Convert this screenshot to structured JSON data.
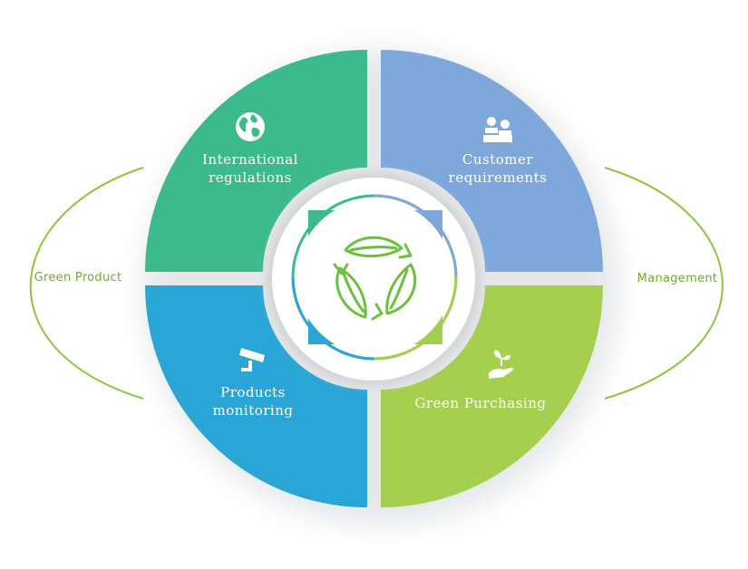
{
  "side_labels": {
    "left": "Green Product",
    "right": "Management"
  },
  "quadrants": [
    {
      "id": "top-left",
      "label_lines": [
        "International",
        "regulations"
      ],
      "color": "#3dba8c",
      "icon": "globe-icon"
    },
    {
      "id": "top-right",
      "label_lines": [
        "Customer",
        "requirements"
      ],
      "color": "#7ea8dc",
      "icon": "people-icon"
    },
    {
      "id": "bottom-left",
      "label_lines": [
        "Products",
        "monitoring"
      ],
      "color": "#29a6d6",
      "icon": "cctv-camera-icon"
    },
    {
      "id": "bottom-right",
      "label_lines": [
        "Green Purchasing"
      ],
      "color": "#a5cf4e",
      "icon": "hand-plant-icon"
    }
  ],
  "center": {
    "icon": "recycle-leaves-icon",
    "color": "#6dbf3e"
  },
  "colors": {
    "accent_green": "#6dad2e",
    "ring_green": "#8cc63f"
  }
}
